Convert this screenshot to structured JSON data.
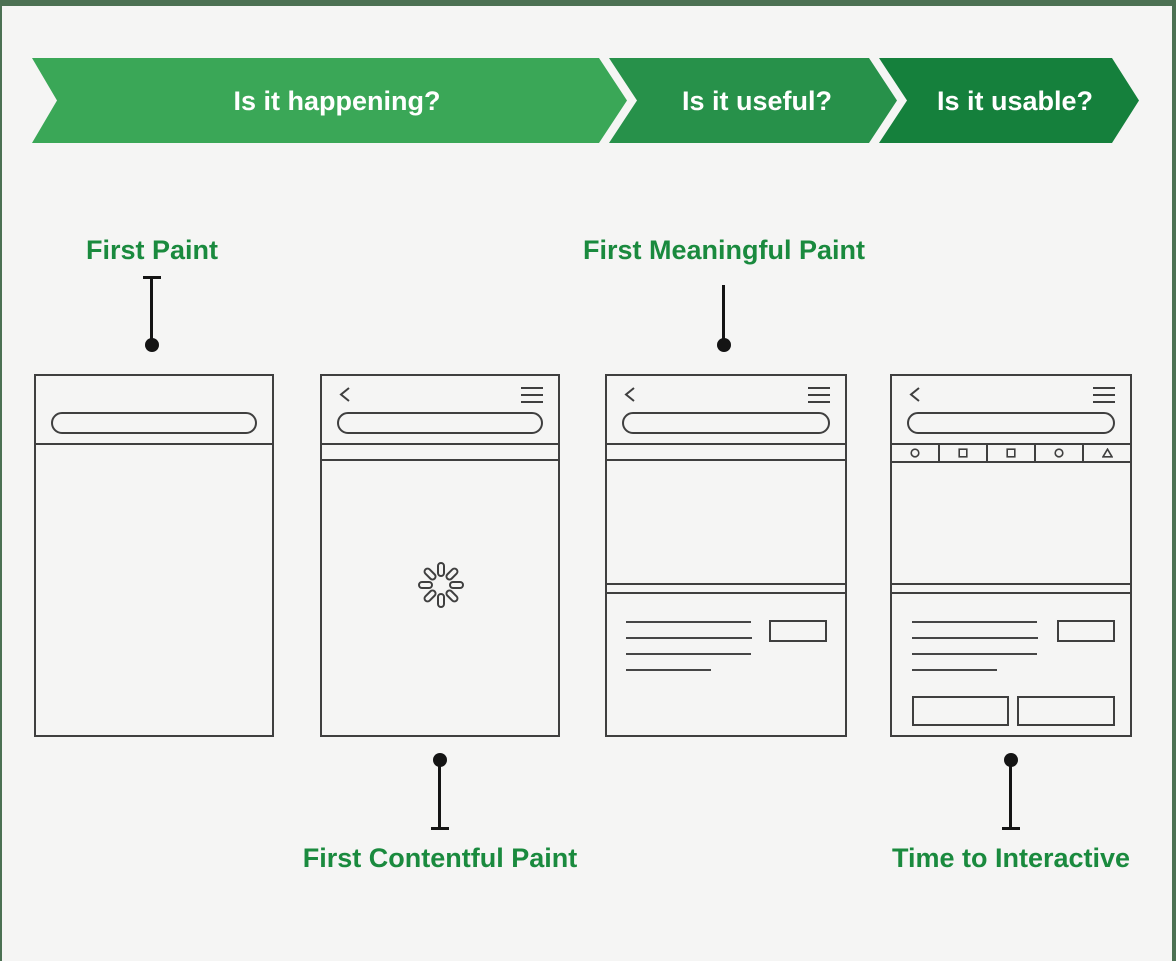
{
  "banner": {
    "text_color": "#ffffff",
    "segments": [
      {
        "id": "is-it-happening",
        "label": "Is it happening?",
        "color": "#3aa757"
      },
      {
        "id": "is-it-useful",
        "label": "Is it useful?",
        "color": "#27914a"
      },
      {
        "id": "is-it-usable",
        "label": "Is it usable?",
        "color": "#15803c"
      }
    ]
  },
  "metrics": {
    "first_paint": {
      "label": "First Paint"
    },
    "first_contentful_paint": {
      "label": "First Contentful Paint"
    },
    "first_meaningful_paint": {
      "label": "First Meaningful Paint"
    },
    "time_to_interactive": {
      "label": "Time to Interactive"
    }
  },
  "phones": [
    {
      "name": "first-paint-screen",
      "elements": [
        "url-bar"
      ]
    },
    {
      "name": "first-contentful-paint-screen",
      "elements": [
        "back-icon",
        "menu-icon",
        "url-bar",
        "loading-spinner-icon"
      ]
    },
    {
      "name": "first-meaningful-paint-screen",
      "elements": [
        "back-icon",
        "menu-icon",
        "url-bar",
        "text-line-placeholders",
        "button-placeholder"
      ]
    },
    {
      "name": "time-to-interactive-screen",
      "elements": [
        "back-icon",
        "menu-icon",
        "url-bar",
        "circle-icon",
        "square-icon",
        "square-icon",
        "circle-icon",
        "triangle-icon",
        "text-line-placeholders",
        "button-placeholder",
        "button-placeholder",
        "button-placeholder"
      ]
    }
  ],
  "colors": {
    "background": "#f5f5f4",
    "frame_border": "#4c7153",
    "label_green": "#1a8a3e",
    "wireframe_stroke": "#3f3f3f",
    "connector_black": "#141414"
  }
}
